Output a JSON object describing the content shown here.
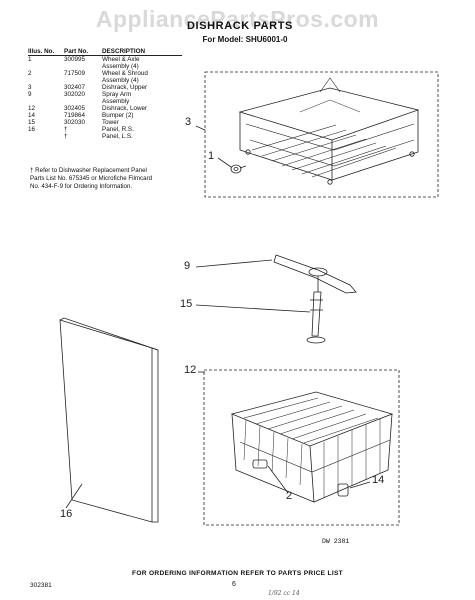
{
  "watermark": "AppliancePartsPros.com",
  "header": {
    "title": "DISHRACK PARTS",
    "model": "For Model: SHU6001-0"
  },
  "parts_table": {
    "headers": {
      "illus": "Illus. No.",
      "part": "Part No.",
      "description": "DESCRIPTION"
    },
    "rows": [
      {
        "illus": "1",
        "part": "300995",
        "lines": [
          "Wheel & Axle",
          "Assembly (4)"
        ]
      },
      {
        "illus": "2",
        "part": "717509",
        "lines": [
          "Wheel & Shroud",
          "Assembly (4)"
        ]
      },
      {
        "illus": "3",
        "part": "302407",
        "lines": [
          "Dishrack, Upper"
        ]
      },
      {
        "illus": "9",
        "part": "302020",
        "lines": [
          "Spray Arm",
          "Assembly"
        ]
      },
      {
        "illus": "12",
        "part": "302405",
        "lines": [
          "Dishrack, Lower"
        ]
      },
      {
        "illus": "14",
        "part": "719864",
        "lines": [
          "Bumper (2)"
        ]
      },
      {
        "illus": "15",
        "part": "302030",
        "lines": [
          "Tower"
        ]
      },
      {
        "illus": "16",
        "part": "†",
        "lines": [
          "Panel, R.S."
        ]
      },
      {
        "illus": "",
        "part": "†",
        "lines": [
          "Panel, L.S."
        ]
      }
    ]
  },
  "footnote": {
    "lines": [
      "† Refer to Dishwasher Replacement Panel",
      "Parts List No. 675345 or Microfiche Filmcard",
      "No. 434-F-9 for Ordering Information."
    ]
  },
  "callouts": {
    "c1": "1",
    "c2": "2",
    "c3": "3",
    "c9": "9",
    "c12": "12",
    "c14": "14",
    "c15": "15",
    "c16": "16"
  },
  "drawing_code": "DW 2381",
  "footer": {
    "ordering_note": "FOR ORDERING INFORMATION REFER TO PARTS PRICE LIST",
    "page_code": "302381",
    "page_number": "6",
    "handwritten": "1/92 cc 14"
  }
}
